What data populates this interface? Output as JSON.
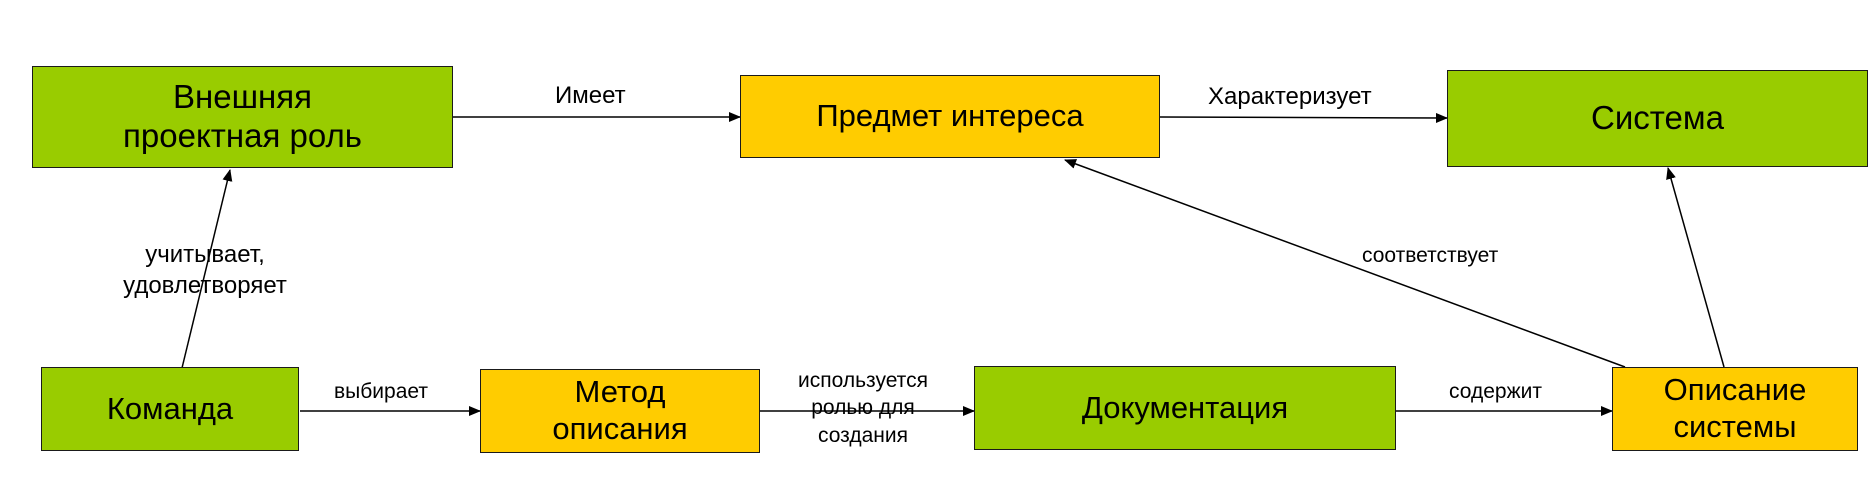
{
  "nodes": {
    "external_role": {
      "line1": "Внешняя",
      "line2": "проектная роль"
    },
    "subject": {
      "text": "Предмет интереса"
    },
    "system": {
      "text": "Система"
    },
    "team": {
      "text": "Команда"
    },
    "method": {
      "line1": "Метод",
      "line2": "описания"
    },
    "documentation": {
      "text": "Документация"
    },
    "system_description": {
      "line1": "Описание",
      "line2": "системы"
    }
  },
  "edges": {
    "has": "Имеет",
    "characterizes": "Характеризует",
    "considers_line1": "учитывает,",
    "considers_line2": "удовлетворяет",
    "chooses": "выбирает",
    "used_line1": "используется",
    "used_line2": "ролью для",
    "used_line3": "создания",
    "contains": "содержит",
    "corresponds": "соответствует"
  },
  "colors": {
    "green": "#99cc00",
    "yellow": "#ffcc00",
    "line": "#000000"
  }
}
